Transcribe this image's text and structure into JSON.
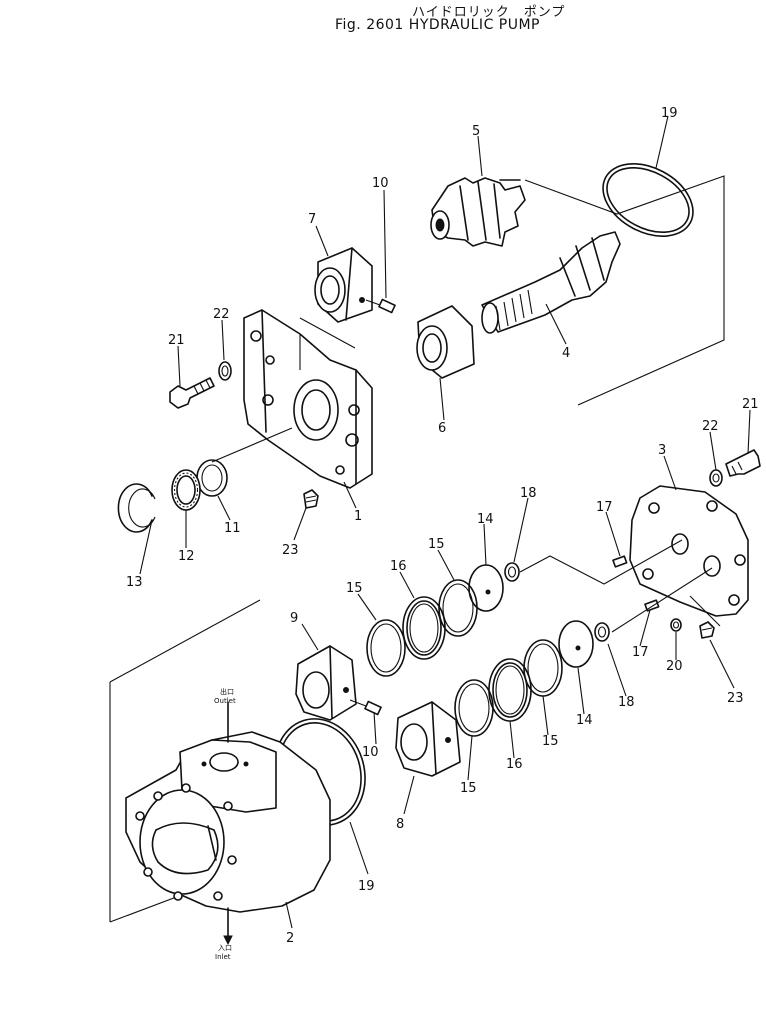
{
  "title_japanese": "ハイドロリック　ポンプ",
  "title_english": "Fig. 2601  HYDRAULIC  PUMP",
  "port_labels": {
    "outlet_ja": "出口",
    "outlet_en": "Outlet",
    "inlet_ja": "入口",
    "inlet_en": "Inlet"
  },
  "callouts": {
    "n1": "1",
    "n2": "2",
    "n3": "3",
    "n4": "4",
    "n5": "5",
    "n6": "6",
    "n7": "7",
    "n8": "8",
    "n9": "9",
    "n10a": "10",
    "n10b": "10",
    "n11": "11",
    "n12": "12",
    "n13": "13",
    "n14a": "14",
    "n14b": "14",
    "n15a": "15",
    "n15b": "15",
    "n15c": "15",
    "n15d": "15",
    "n16a": "16",
    "n16b": "16",
    "n17a": "17",
    "n17b": "17",
    "n18a": "18",
    "n18b": "18",
    "n19a": "19",
    "n19b": "19",
    "n20": "20",
    "n21a": "21",
    "n21b": "21",
    "n22a": "22",
    "n22b": "22",
    "n23a": "23",
    "n23b": "23"
  }
}
